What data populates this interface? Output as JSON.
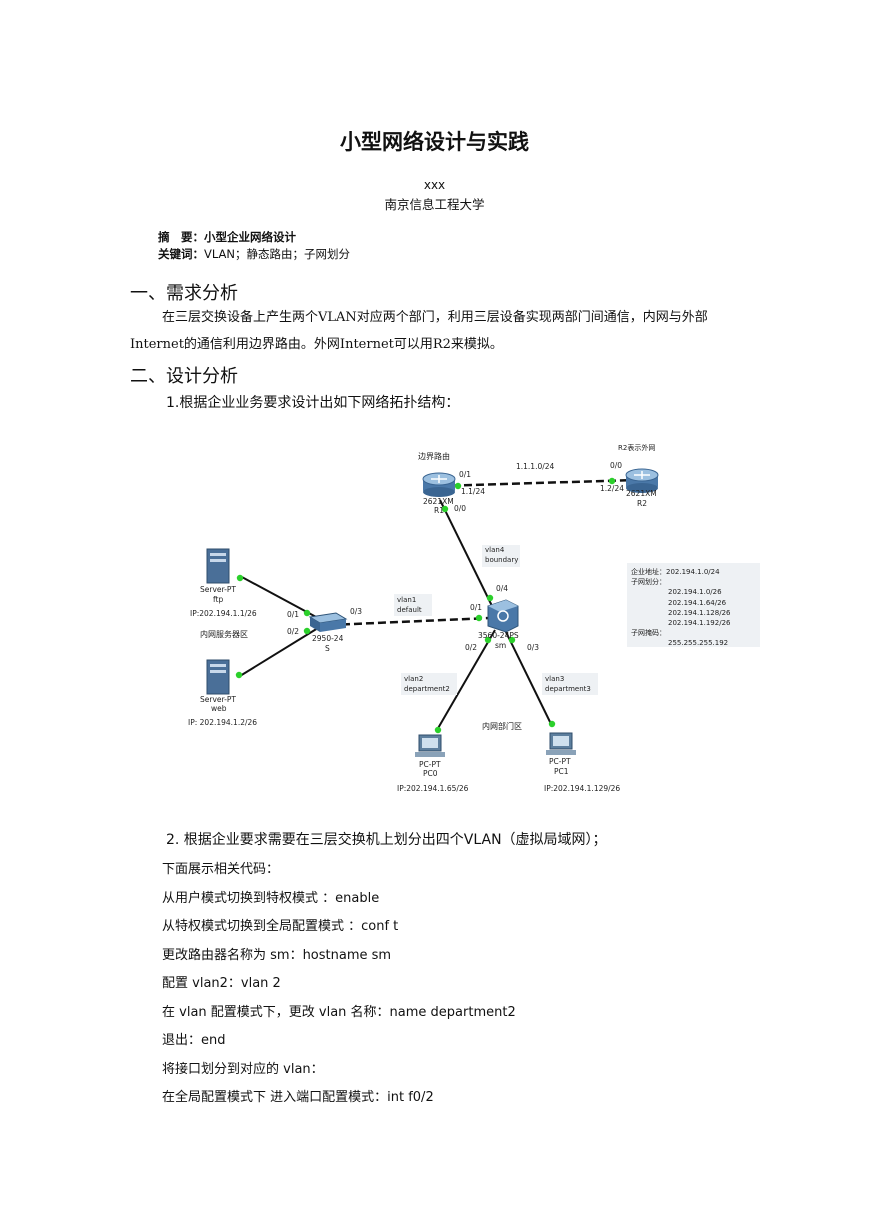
{
  "title": "小型网络设计与实践",
  "author": "xxx",
  "affiliation": "南京信息工程大学",
  "abstract_label": "摘　要：",
  "abstract_text": "小型企业网络设计",
  "keywords_label": "关键词：",
  "keywords_text": "VLAN；静态路由；子网划分",
  "section1": {
    "heading": "一、需求分析",
    "para": "在三层交换设备上产生两个VLAN对应两个部门，利用三层设备实现两部门间通信，内网与外部Internet的通信利用边界路由。外网Internet可以用R2来模拟。"
  },
  "section2": {
    "heading": "二、设计分析",
    "item1": "1.根据企业业务要求设计出如下网络拓扑结构：",
    "item2": "2.   根据企业要求需要在三层交换机上划分出四个VLAN（虚拟局域网）；"
  },
  "diagram": {
    "border_router_label": "边界路由",
    "r2_label": "R2表示外网",
    "r1_model": "2621XM",
    "r1_name": "R1",
    "r2_model": "2621XM",
    "r2_name": "R2",
    "link_r1r2_net": "1.1.1.0/24",
    "r1_port_01": "0/1",
    "r1_ip": "1.1/24",
    "r2_port": "0/0",
    "r2_ip": "1.2/24",
    "r1_port_00": "0/0",
    "vlan4_name": "vlan4",
    "vlan4_desc": "boundary",
    "sm_port_04": "0/4",
    "sm_port_01": "0/1",
    "sm_port_02": "0/2",
    "sm_port_03": "0/3",
    "sm_model": "3560-24PS",
    "sm_name": "sm",
    "vlan1_name": "vlan1",
    "vlan1_desc": "default",
    "s_port_03": "0/3",
    "s_port_01": "0/1",
    "s_port_02": "0/2",
    "s_model": "2950-24",
    "s_name": "S",
    "server_area": "内网服务器区",
    "ftp_model": "Server-PT",
    "ftp_name": "ftp",
    "ftp_ip": "IP:202.194.1.1/26",
    "web_model": "Server-PT",
    "web_name": "web",
    "web_ip": "IP: 202.194.1.2/26",
    "vlan2_name": "vlan2",
    "vlan2_desc": "department2",
    "vlan3_name": "vlan3",
    "vlan3_desc": "department3",
    "dept_area": "内网部门区",
    "pc0_model": "PC-PT",
    "pc0_name": "PC0",
    "pc0_ip": "IP:202.194.1.65/26",
    "pc1_model": "PC-PT",
    "pc1_name": "PC1",
    "pc1_ip": "IP:202.194.1.129/26",
    "info_addr": "企业地址：202.194.1.0/24",
    "info_subnet_label": "子网划分：",
    "info_subnets": [
      "202.194.1.0/26",
      "202.194.1.64/26",
      "202.194.1.128/26",
      "202.194.1.192/26"
    ],
    "info_mask_label": "子网掩码：",
    "info_mask": "255.255.255.192"
  },
  "code_lines": [
    "下面展示相关代码：",
    "从用户模式切换到特权模式  ：enable",
    "从特权模式切换到全局配置模式  ：conf t",
    "更改路由器名称为 sm：hostname sm",
    "配置 vlan2：vlan 2",
    "在 vlan 配置模式下，更改 vlan 名称：name department2",
    "退出：end",
    "将接口划分到对应的 vlan：",
    "在全局配置模式下  进入端口配置模式：int f0/2"
  ]
}
